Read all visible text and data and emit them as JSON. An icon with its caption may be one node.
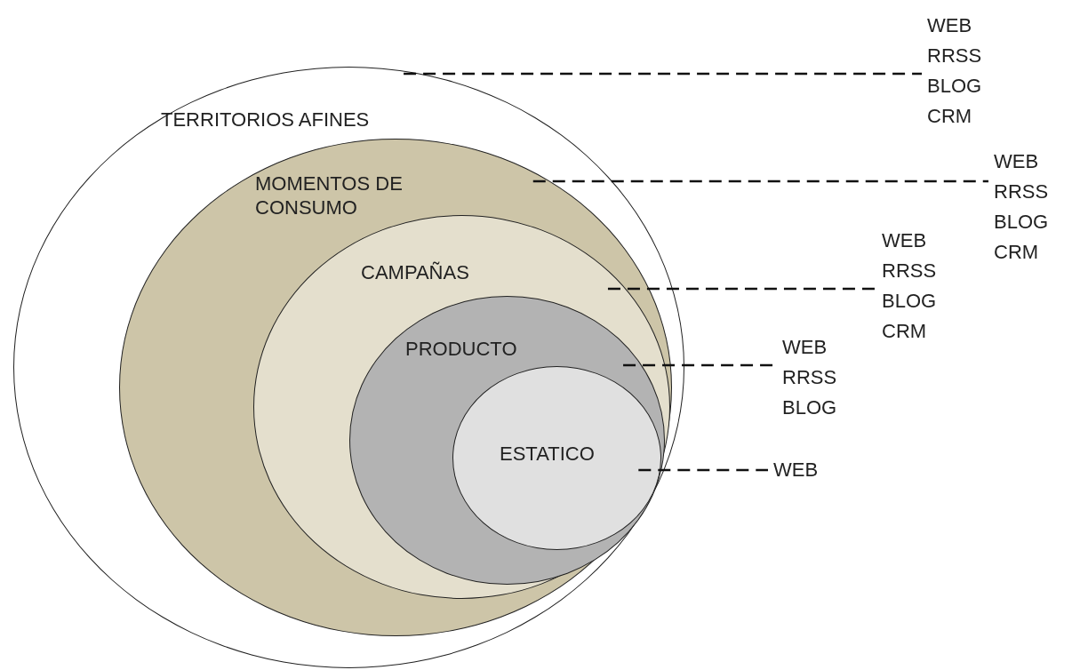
{
  "diagram": {
    "nodes": [
      {
        "text": [
          "TERRITORIOS AFINES"
        ]
      },
      {
        "text": [
          "MOMENTOS DE CONSUMO"
        ],
        "in": 0
      },
      {
        "text": [
          "CAMPAÑAS"
        ],
        "in": 1
      },
      {
        "text": [
          "PRODUCTO"
        ],
        "in": 2
      },
      {
        "text": [
          "ESTATICO"
        ],
        "in": 3
      },
      {
        "text": [
          "WEB",
          "RRSS",
          "BLOG",
          "CRM"
        ]
      },
      {
        "text": [
          "WEB",
          "RRSS",
          "BLOG",
          "CRM"
        ]
      },
      {
        "text": [
          "WEB",
          "RRSS",
          "BLOG",
          "CRM"
        ]
      },
      {
        "text": [
          "WEB",
          "RRSS",
          "BLOG"
        ]
      },
      {
        "text": [
          "WEB"
        ]
      }
    ],
    "edges": [
      {
        "from": 0,
        "to": 5,
        "arrow": "none",
        "style": "dashed"
      },
      {
        "from": 1,
        "to": 6,
        "arrow": "none",
        "style": "dashed"
      },
      {
        "from": 2,
        "to": 7,
        "arrow": "none",
        "style": "dashed"
      },
      {
        "from": 3,
        "to": 8,
        "arrow": "none",
        "style": "dashed"
      },
      {
        "from": 4,
        "to": 9,
        "arrow": "none",
        "style": "dashed"
      }
    ]
  }
}
